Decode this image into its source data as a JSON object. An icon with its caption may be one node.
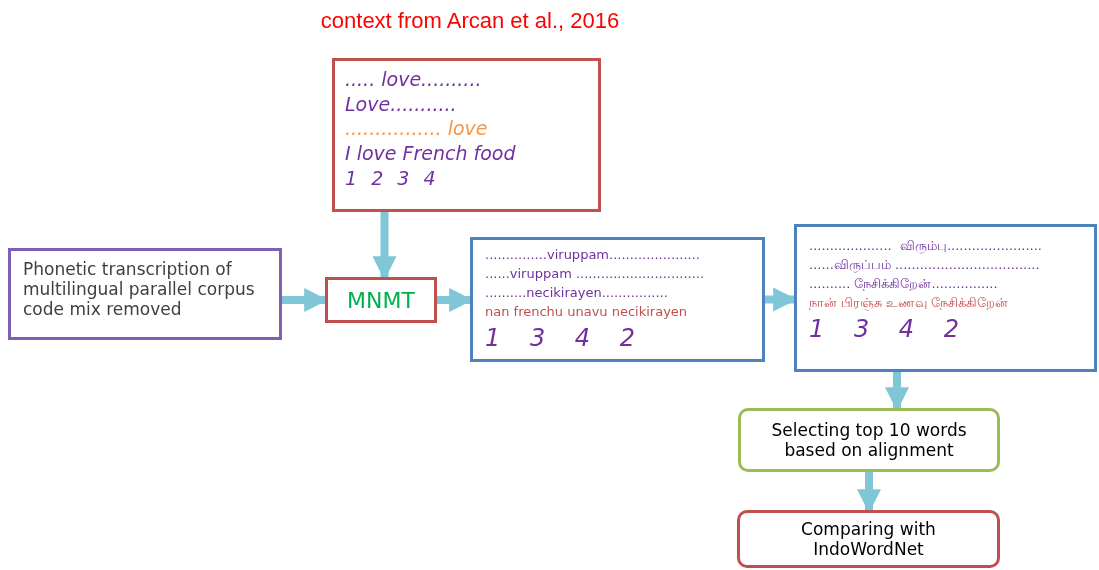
{
  "diagram": {
    "title": "context from Arcan et al., 2016",
    "nodes": [
      {
        "text": [
          "Phonetic transcription of multilingual parallel corpus code mix removed"
        ]
      },
      {
        "text": [
          "..... love..........",
          "Love...........",
          "................ love",
          "I love French food",
          "1 2 3 4"
        ]
      },
      {
        "text": [
          "MNMT"
        ]
      },
      {
        "text": [
          "...............viruppam......................",
          "......viruppam ...............................",
          "..........necikirayen................",
          "nan frenchu unavu necikirayen",
          "1 3 4 2"
        ]
      },
      {
        "text": [
          "....................  விரும்பு.......................",
          "......விருப்பம் ...................................",
          ".......... நேசிக்கிறேன்................",
          "நான் பிரஞ்சு உணவு நேசிக்கிறேன்",
          "1 3 4 2"
        ]
      },
      {
        "text": [
          "Selecting top 10 words based on alignment"
        ]
      },
      {
        "text": [
          "Comparing with IndoWordNet"
        ]
      }
    ],
    "edges": [
      {
        "from": 0,
        "to": 2,
        "arrow": "to"
      },
      {
        "from": 1,
        "to": 2,
        "arrow": "to"
      },
      {
        "from": 2,
        "to": 3,
        "arrow": "to"
      },
      {
        "from": 3,
        "to": 4,
        "arrow": "to"
      },
      {
        "from": 4,
        "to": 5,
        "arrow": "to"
      },
      {
        "from": 5,
        "to": 6,
        "arrow": "to"
      }
    ]
  }
}
